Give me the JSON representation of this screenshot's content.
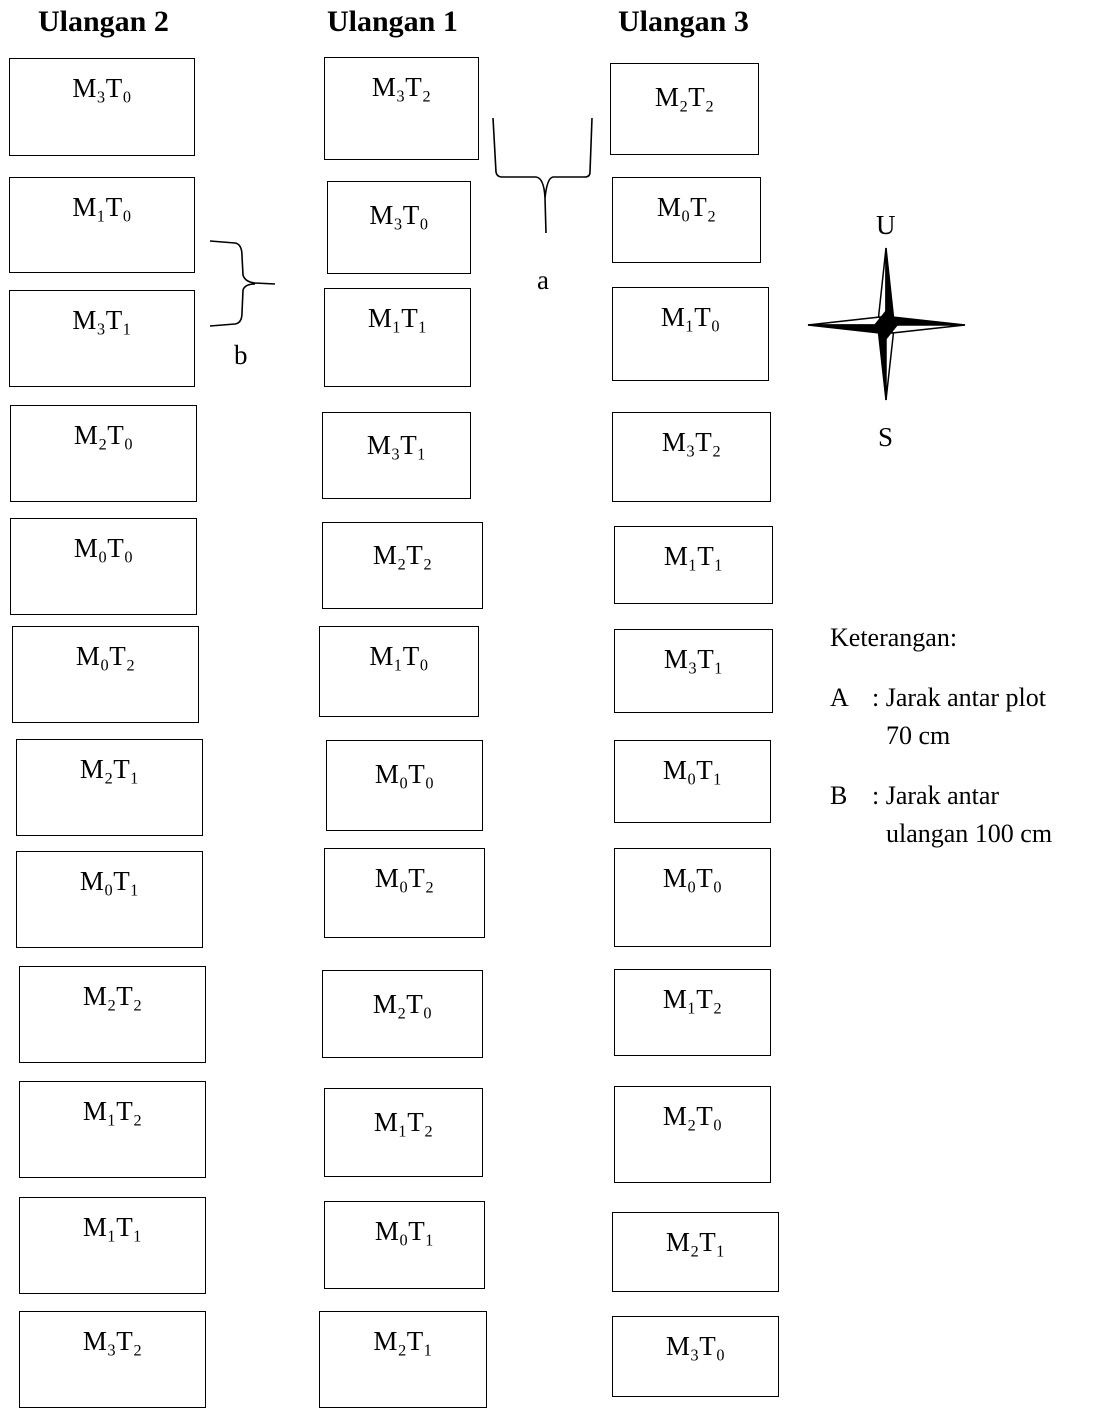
{
  "columns": {
    "ulangan2": {
      "header": "Ulangan 2",
      "plots": [
        "M₃T₀",
        "M₁T₀",
        "M₃T₁",
        "M₂T₀",
        "M₀T₀",
        "M₀T₂",
        "M₂T₁",
        "M₀T₁",
        "M₂T₂",
        "M₁T₂",
        "M₁T₁",
        "M₃T₂"
      ]
    },
    "ulangan1": {
      "header": "Ulangan 1",
      "plots": [
        "M₃T₂",
        "M₃T₀",
        "M₁T₁",
        "M₃T₁",
        "M₂T₂",
        "M₁T₀",
        "M₀T₀",
        "M₀T₂",
        "M₂T₀",
        "M₁T₂",
        "M₀T₁",
        "M₂T₁"
      ]
    },
    "ulangan3": {
      "header": "Ulangan 3",
      "plots": [
        "M₂T₂",
        "M₀T₂",
        "M₁T₀",
        "M₃T₂",
        "M₁T₁",
        "M₃T₁",
        "M₀T₁",
        "M₀T₀",
        "M₁T₂",
        "M₂T₀",
        "M₂T₁",
        "M₃T₀"
      ]
    }
  },
  "labels": {
    "a": "a",
    "b": "b"
  },
  "compass": {
    "north": "U",
    "south": "S"
  },
  "legend": {
    "title": "Keterangan:",
    "items": [
      {
        "key": "A",
        "text_line1": ": Jarak antar plot",
        "text_line2": "70 cm"
      },
      {
        "key": "B",
        "text_line1": ": Jarak antar",
        "text_line2": "ulangan 100 cm"
      }
    ]
  }
}
